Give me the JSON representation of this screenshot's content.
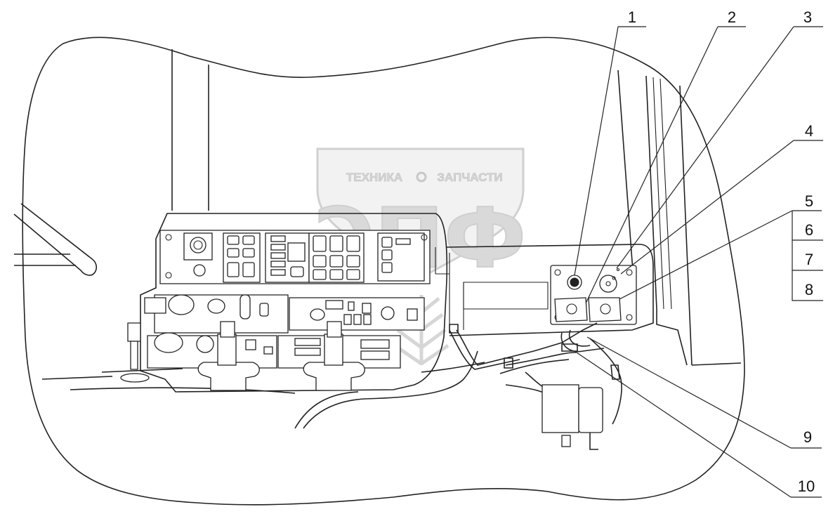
{
  "watermark": {
    "word_left": "ТЕХНИКА",
    "word_right": "ЗАПЧАСТИ",
    "letters": "ЭПФ"
  },
  "callouts": [
    {
      "id": "1",
      "label": "1"
    },
    {
      "id": "2",
      "label": "2"
    },
    {
      "id": "3",
      "label": "3"
    },
    {
      "id": "4",
      "label": "4"
    },
    {
      "id": "5",
      "label": "5"
    },
    {
      "id": "6",
      "label": "6"
    },
    {
      "id": "7",
      "label": "7"
    },
    {
      "id": "8",
      "label": "8"
    },
    {
      "id": "9",
      "label": "9"
    },
    {
      "id": "10",
      "label": "10"
    }
  ],
  "colors": {
    "line": "#222222",
    "watermark": "#d9d9d9"
  }
}
